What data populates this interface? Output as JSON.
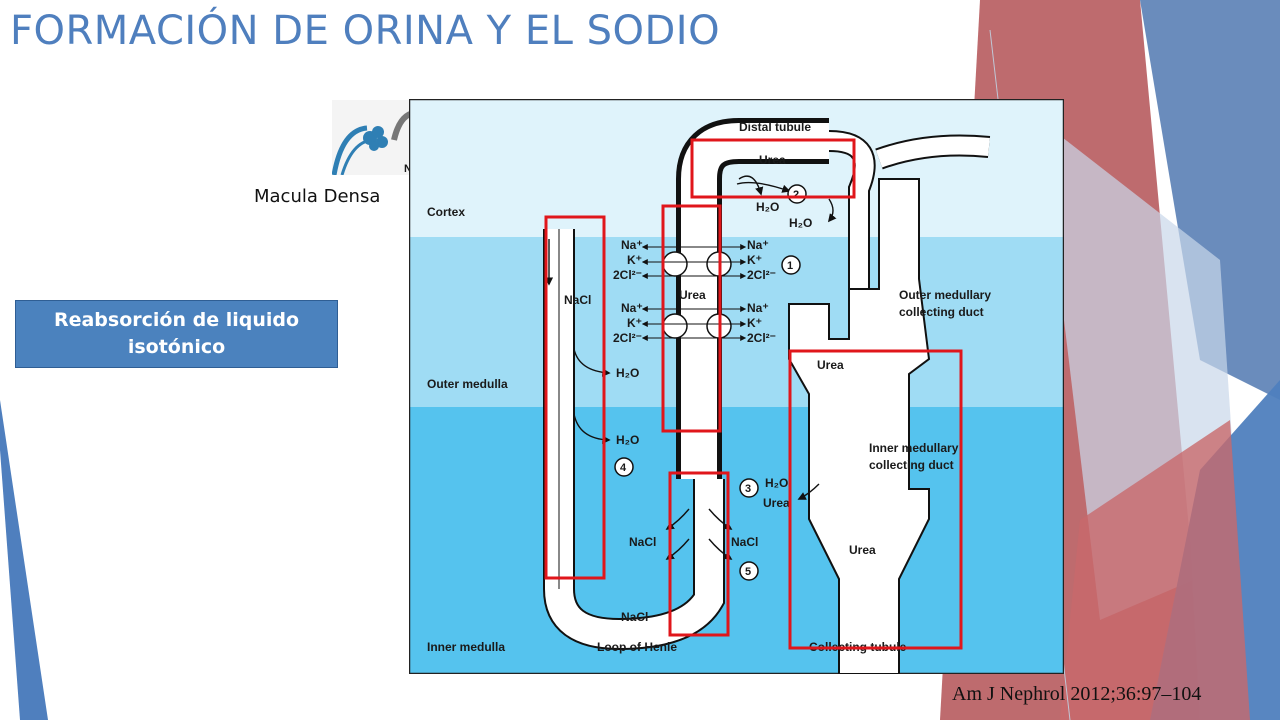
{
  "slide": {
    "title": "FORMACIÓN DE ORINA Y EL SODIO",
    "macula_label": "Macula Densa",
    "reabsorption_box": "Reabsorción de liquido isotónico",
    "citation": "Am J Nephrol 2012;36:97–104"
  },
  "colors": {
    "title": "#4f7fbe",
    "box_fill": "#4b82be",
    "cortex": "#dff3fb",
    "outer_medulla": "#9fdcf4",
    "inner_medulla": "#55c3ee",
    "highlight": "#e0161b",
    "deco_red": "#b5575a",
    "deco_blue": "#4f7fbe"
  },
  "inset": {
    "nacl": "NaCl"
  },
  "diagram": {
    "zones": {
      "cortex": "Cortex",
      "outer_medulla": "Outer medulla",
      "inner_medulla": "Inner medulla"
    },
    "labels": {
      "distal_tubule": "Distal tubule",
      "outer_collecting_1": "Outer medullary",
      "outer_collecting_2": "collecting duct",
      "inner_collecting_1": "Inner medullary",
      "inner_collecting_2": "collecting duct",
      "collecting_tubule": "Collecting tubule",
      "loop": "Loop of Henle"
    },
    "solutes": {
      "urea": "Urea",
      "h2o": "H₂O",
      "nacl": "NaCl",
      "na": "Na⁺",
      "k": "K⁺",
      "cl": "2Cl²⁻"
    },
    "steps": {
      "s1": "1",
      "s2": "2",
      "s3": "3",
      "s4": "4",
      "s5": "5"
    }
  }
}
